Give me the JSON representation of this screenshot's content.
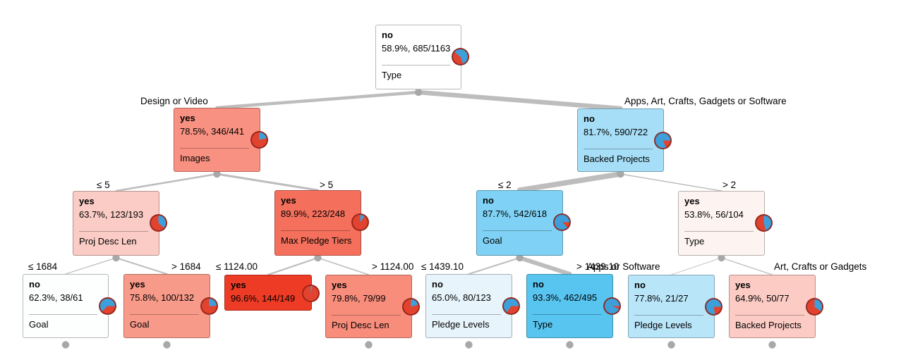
{
  "diagram": {
    "kind": "decision-tree",
    "colors": {
      "pie_yes_red": "#e2432f",
      "pie_no_blue": "#3da0da",
      "pie_ring": "#92200f",
      "edge_gray": "#bdbdbd",
      "dot_gray": "#a8a8a8"
    },
    "nodes": [
      {
        "id": "root",
        "answer": "no",
        "stat": "58.9%, 685/1163",
        "attribute": "Type",
        "edge_label": "",
        "fill": "#ffffff",
        "yes_pct": 41.1,
        "no_pct": 58.9,
        "has_hidden_children": false
      },
      {
        "id": "images",
        "answer": "yes",
        "stat": "78.5%, 346/441",
        "attribute": "Images",
        "edge_label": "Design or Video",
        "fill": "#f89181",
        "yes_pct": 78.5,
        "no_pct": 21.5,
        "has_hidden_children": false
      },
      {
        "id": "backed",
        "answer": "no",
        "stat": "81.7%, 590/722",
        "attribute": "Backed Projects",
        "edge_label": "Apps, Art, Crafts, Gadgets or Software",
        "fill": "#a6def7",
        "yes_pct": 18.3,
        "no_pct": 81.7,
        "has_hidden_children": false
      },
      {
        "id": "pdl",
        "answer": "yes",
        "stat": "63.7%, 123/193",
        "attribute": "Proj Desc Len",
        "edge_label": "≤ 5",
        "fill": "#fbccc5",
        "yes_pct": 63.7,
        "no_pct": 36.3,
        "has_hidden_children": false
      },
      {
        "id": "mpt",
        "answer": "yes",
        "stat": "89.9%, 223/248",
        "attribute": "Max Pledge Tiers",
        "edge_label": "> 5",
        "fill": "#f4705c",
        "yes_pct": 89.9,
        "no_pct": 10.1,
        "has_hidden_children": false
      },
      {
        "id": "goal_l",
        "answer": "no",
        "stat": "87.7%, 542/618",
        "attribute": "Goal",
        "edge_label": "≤ 2",
        "fill": "#7fd2f5",
        "yes_pct": 12.3,
        "no_pct": 87.7,
        "has_hidden_children": false
      },
      {
        "id": "type_r",
        "answer": "yes",
        "stat": "53.8%, 56/104",
        "attribute": "Type",
        "edge_label": "> 2",
        "fill": "#fdf4f1",
        "yes_pct": 53.8,
        "no_pct": 46.2,
        "has_hidden_children": false
      },
      {
        "id": "b1",
        "answer": "no",
        "stat": "62.3%, 38/61",
        "attribute": "Goal",
        "edge_label": "≤ 1684",
        "fill": "#fdfefe",
        "yes_pct": 37.7,
        "no_pct": 62.3,
        "has_hidden_children": true
      },
      {
        "id": "b2",
        "answer": "yes",
        "stat": "75.8%, 100/132",
        "attribute": "Goal",
        "edge_label": "> 1684",
        "fill": "#f89a8a",
        "yes_pct": 75.8,
        "no_pct": 24.2,
        "has_hidden_children": true
      },
      {
        "id": "b3",
        "answer": "yes",
        "stat": "96.6%, 144/149",
        "attribute": "",
        "edge_label": "≤ 1124.00",
        "fill": "#ee3b25",
        "yes_pct": 96.6,
        "no_pct": 3.4,
        "has_hidden_children": false
      },
      {
        "id": "b4",
        "answer": "yes",
        "stat": "79.8%, 79/99",
        "attribute": "Proj Desc Len",
        "edge_label": "> 1124.00",
        "fill": "#f88d7c",
        "yes_pct": 79.8,
        "no_pct": 20.2,
        "has_hidden_children": true
      },
      {
        "id": "b5",
        "answer": "no",
        "stat": "65.0%, 80/123",
        "attribute": "Pledge Levels",
        "edge_label": "≤ 1439.10",
        "fill": "#e7f4fb",
        "yes_pct": 35.0,
        "no_pct": 65.0,
        "has_hidden_children": true
      },
      {
        "id": "b6",
        "answer": "no",
        "stat": "93.3%, 462/495",
        "attribute": "Type",
        "edge_label": "> 1439.10",
        "fill": "#58c5f0",
        "yes_pct": 6.7,
        "no_pct": 93.3,
        "has_hidden_children": true
      },
      {
        "id": "b7",
        "answer": "no",
        "stat": "77.8%, 21/27",
        "attribute": "Pledge Levels",
        "edge_label": "Apps or Software",
        "fill": "#b9e5f9",
        "yes_pct": 22.2,
        "no_pct": 77.8,
        "has_hidden_children": true
      },
      {
        "id": "b8",
        "answer": "yes",
        "stat": "64.9%, 50/77",
        "attribute": "Backed Projects",
        "edge_label": "Art, Crafts or Gadgets",
        "fill": "#fbcbc4",
        "yes_pct": 64.9,
        "no_pct": 35.1,
        "has_hidden_children": true
      }
    ]
  }
}
